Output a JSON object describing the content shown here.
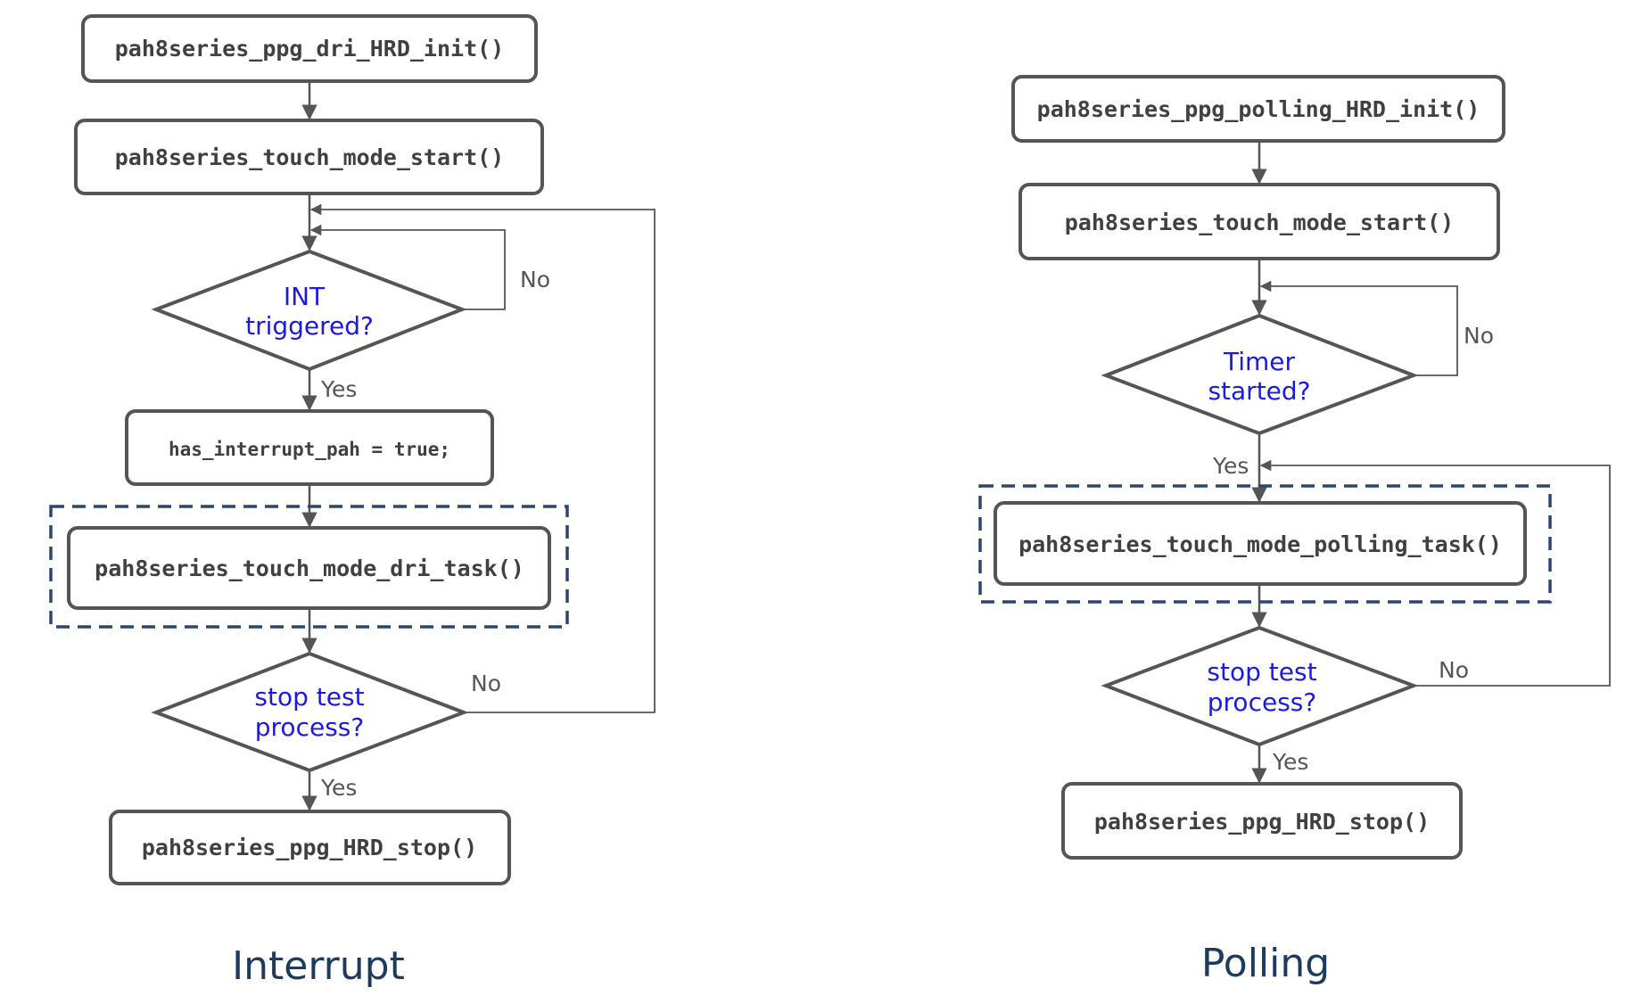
{
  "colors": {
    "box_stroke": "#555555",
    "condition_text": "#1a1ae0",
    "dashed_group": "#2c4670",
    "caption": "#1f3a5f"
  },
  "interrupt": {
    "caption": "Interrupt",
    "init": "pah8series_ppg_dri_HRD_init()",
    "start": "pah8series_touch_mode_start()",
    "int_line1": "INT",
    "int_line2": "triggered?",
    "int_no": "No",
    "int_yes": "Yes",
    "set_flag": "has_interrupt_pah = true;",
    "task": "pah8series_touch_mode_dri_task()",
    "stop_line1": "stop test",
    "stop_line2": "process?",
    "stop_no": "No",
    "stop_yes": "Yes",
    "end": "pah8series_ppg_HRD_stop()"
  },
  "polling": {
    "caption": "Polling",
    "init": "pah8series_ppg_polling_HRD_init()",
    "start": "pah8series_touch_mode_start()",
    "timer_line1": "Timer",
    "timer_line2": "started?",
    "timer_no": "No",
    "timer_yes": "Yes",
    "task": "pah8series_touch_mode_polling_task()",
    "stop_line1": "stop test",
    "stop_line2": "process?",
    "stop_no": "No",
    "stop_yes": "Yes",
    "end": "pah8series_ppg_HRD_stop()"
  }
}
